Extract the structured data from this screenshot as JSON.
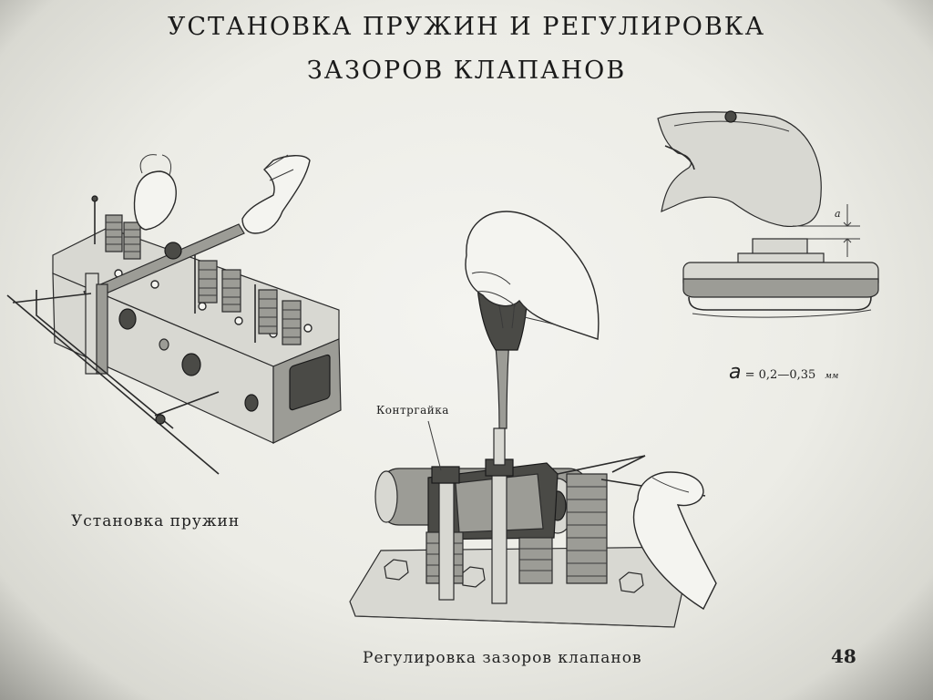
{
  "title": {
    "line1": "УСТАНОВКА ПРУЖИН И РЕГУЛИРОВКА",
    "line2": "ЗАЗОРОВ КЛАПАНОВ"
  },
  "captions": {
    "spring_install": "Установка пружин",
    "valve_adjust": "Регулировка зазоров клапанов",
    "locknut": "Контргайка"
  },
  "gap": {
    "variable": "a",
    "label": "a",
    "range": "= 0,2—0,35",
    "unit": "мм"
  },
  "page_number": "48"
}
